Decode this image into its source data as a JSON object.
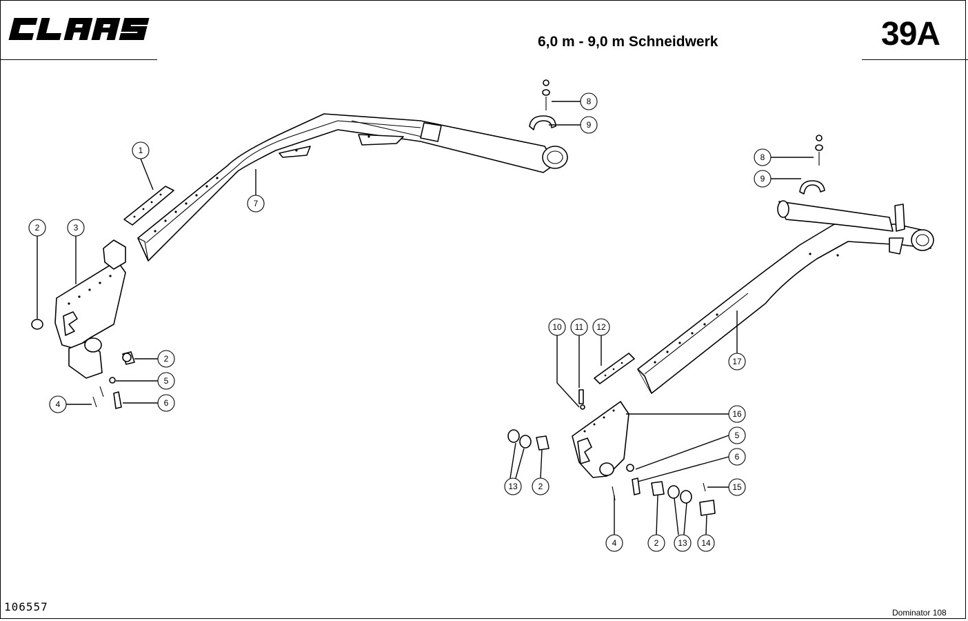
{
  "header": {
    "brand": "CLAAS",
    "title": "6,0 m - 9,0 m Schneidwerk",
    "page_number": "39A"
  },
  "footer": {
    "drawing_number": "106557",
    "model": "Dominator 108"
  },
  "callouts": {
    "c1": "1",
    "c2a": "2",
    "c3": "3",
    "c2b": "2",
    "c5a": "5",
    "c4a": "4",
    "c6a": "6",
    "c7": "7",
    "c8a": "8",
    "c9a": "9",
    "c8b": "8",
    "c9b": "9",
    "c10": "10",
    "c11": "11",
    "c12": "12",
    "c16": "16",
    "c5b": "5",
    "c6b": "6",
    "c13a": "13",
    "c2c": "2",
    "c15": "15",
    "c4b": "4",
    "c2d": "2",
    "c13b": "13",
    "c14": "14",
    "c17": "17"
  }
}
